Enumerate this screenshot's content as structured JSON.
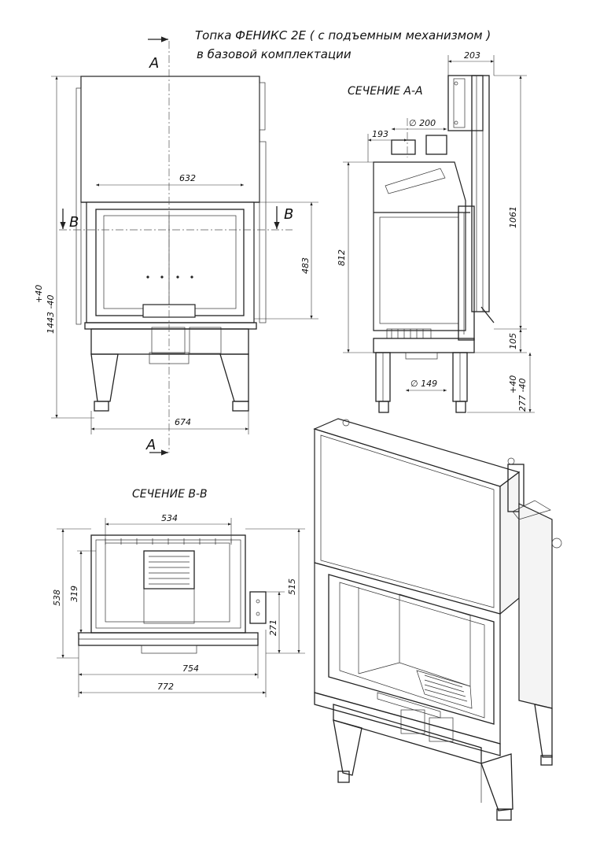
{
  "title": {
    "line1": "Топка ФЕНИКС 2Е ( с подъемным механизмом )",
    "line2": "в базовой комплектации"
  },
  "section_labels": {
    "aa": "СЕЧЕНИЕ А-А",
    "bb": "СЕЧЕНИЕ В-В"
  },
  "cut_letters": {
    "a_top": "А",
    "a_bottom": "А",
    "b_left": "В",
    "b_right": "В"
  },
  "front_view": {
    "width_inner": "632",
    "height_door": "483",
    "height_total": "1443 -40",
    "height_total_tol": "+40",
    "width_total": "674"
  },
  "section_aa": {
    "top_width": "203",
    "pipe_diameter": "∅ 200",
    "pipe_offset": "193",
    "height_body": "812",
    "height_total": "1061",
    "bottom_gap": "105",
    "leg_height": "277 -40",
    "leg_height_tol": "+40",
    "bottom_pipe_diameter": "∅ 149"
  },
  "section_bb": {
    "inner_width": "534",
    "outer_width": "754",
    "total_width": "772",
    "depth_total": "538",
    "depth_inner": "319",
    "depth_right": "515",
    "depth_right_small": "271"
  }
}
